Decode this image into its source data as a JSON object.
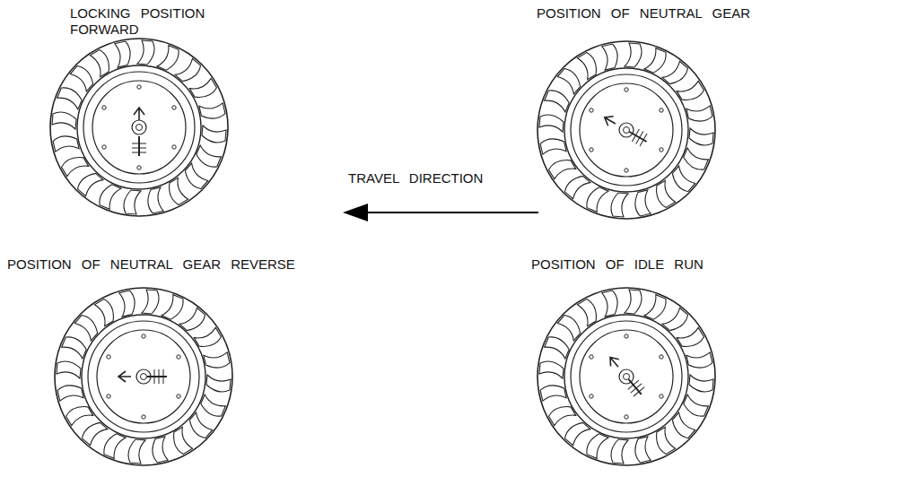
{
  "diagram": {
    "labels": [
      "LOCKING POSITION FORWARD",
      "POSITION OF NEUTRAL GEAR",
      "TRAVEL DIRECTION",
      "POSITION OF NEUTRAL GEAR REVERSE",
      "POSITION OF IDLE RUN"
    ]
  }
}
